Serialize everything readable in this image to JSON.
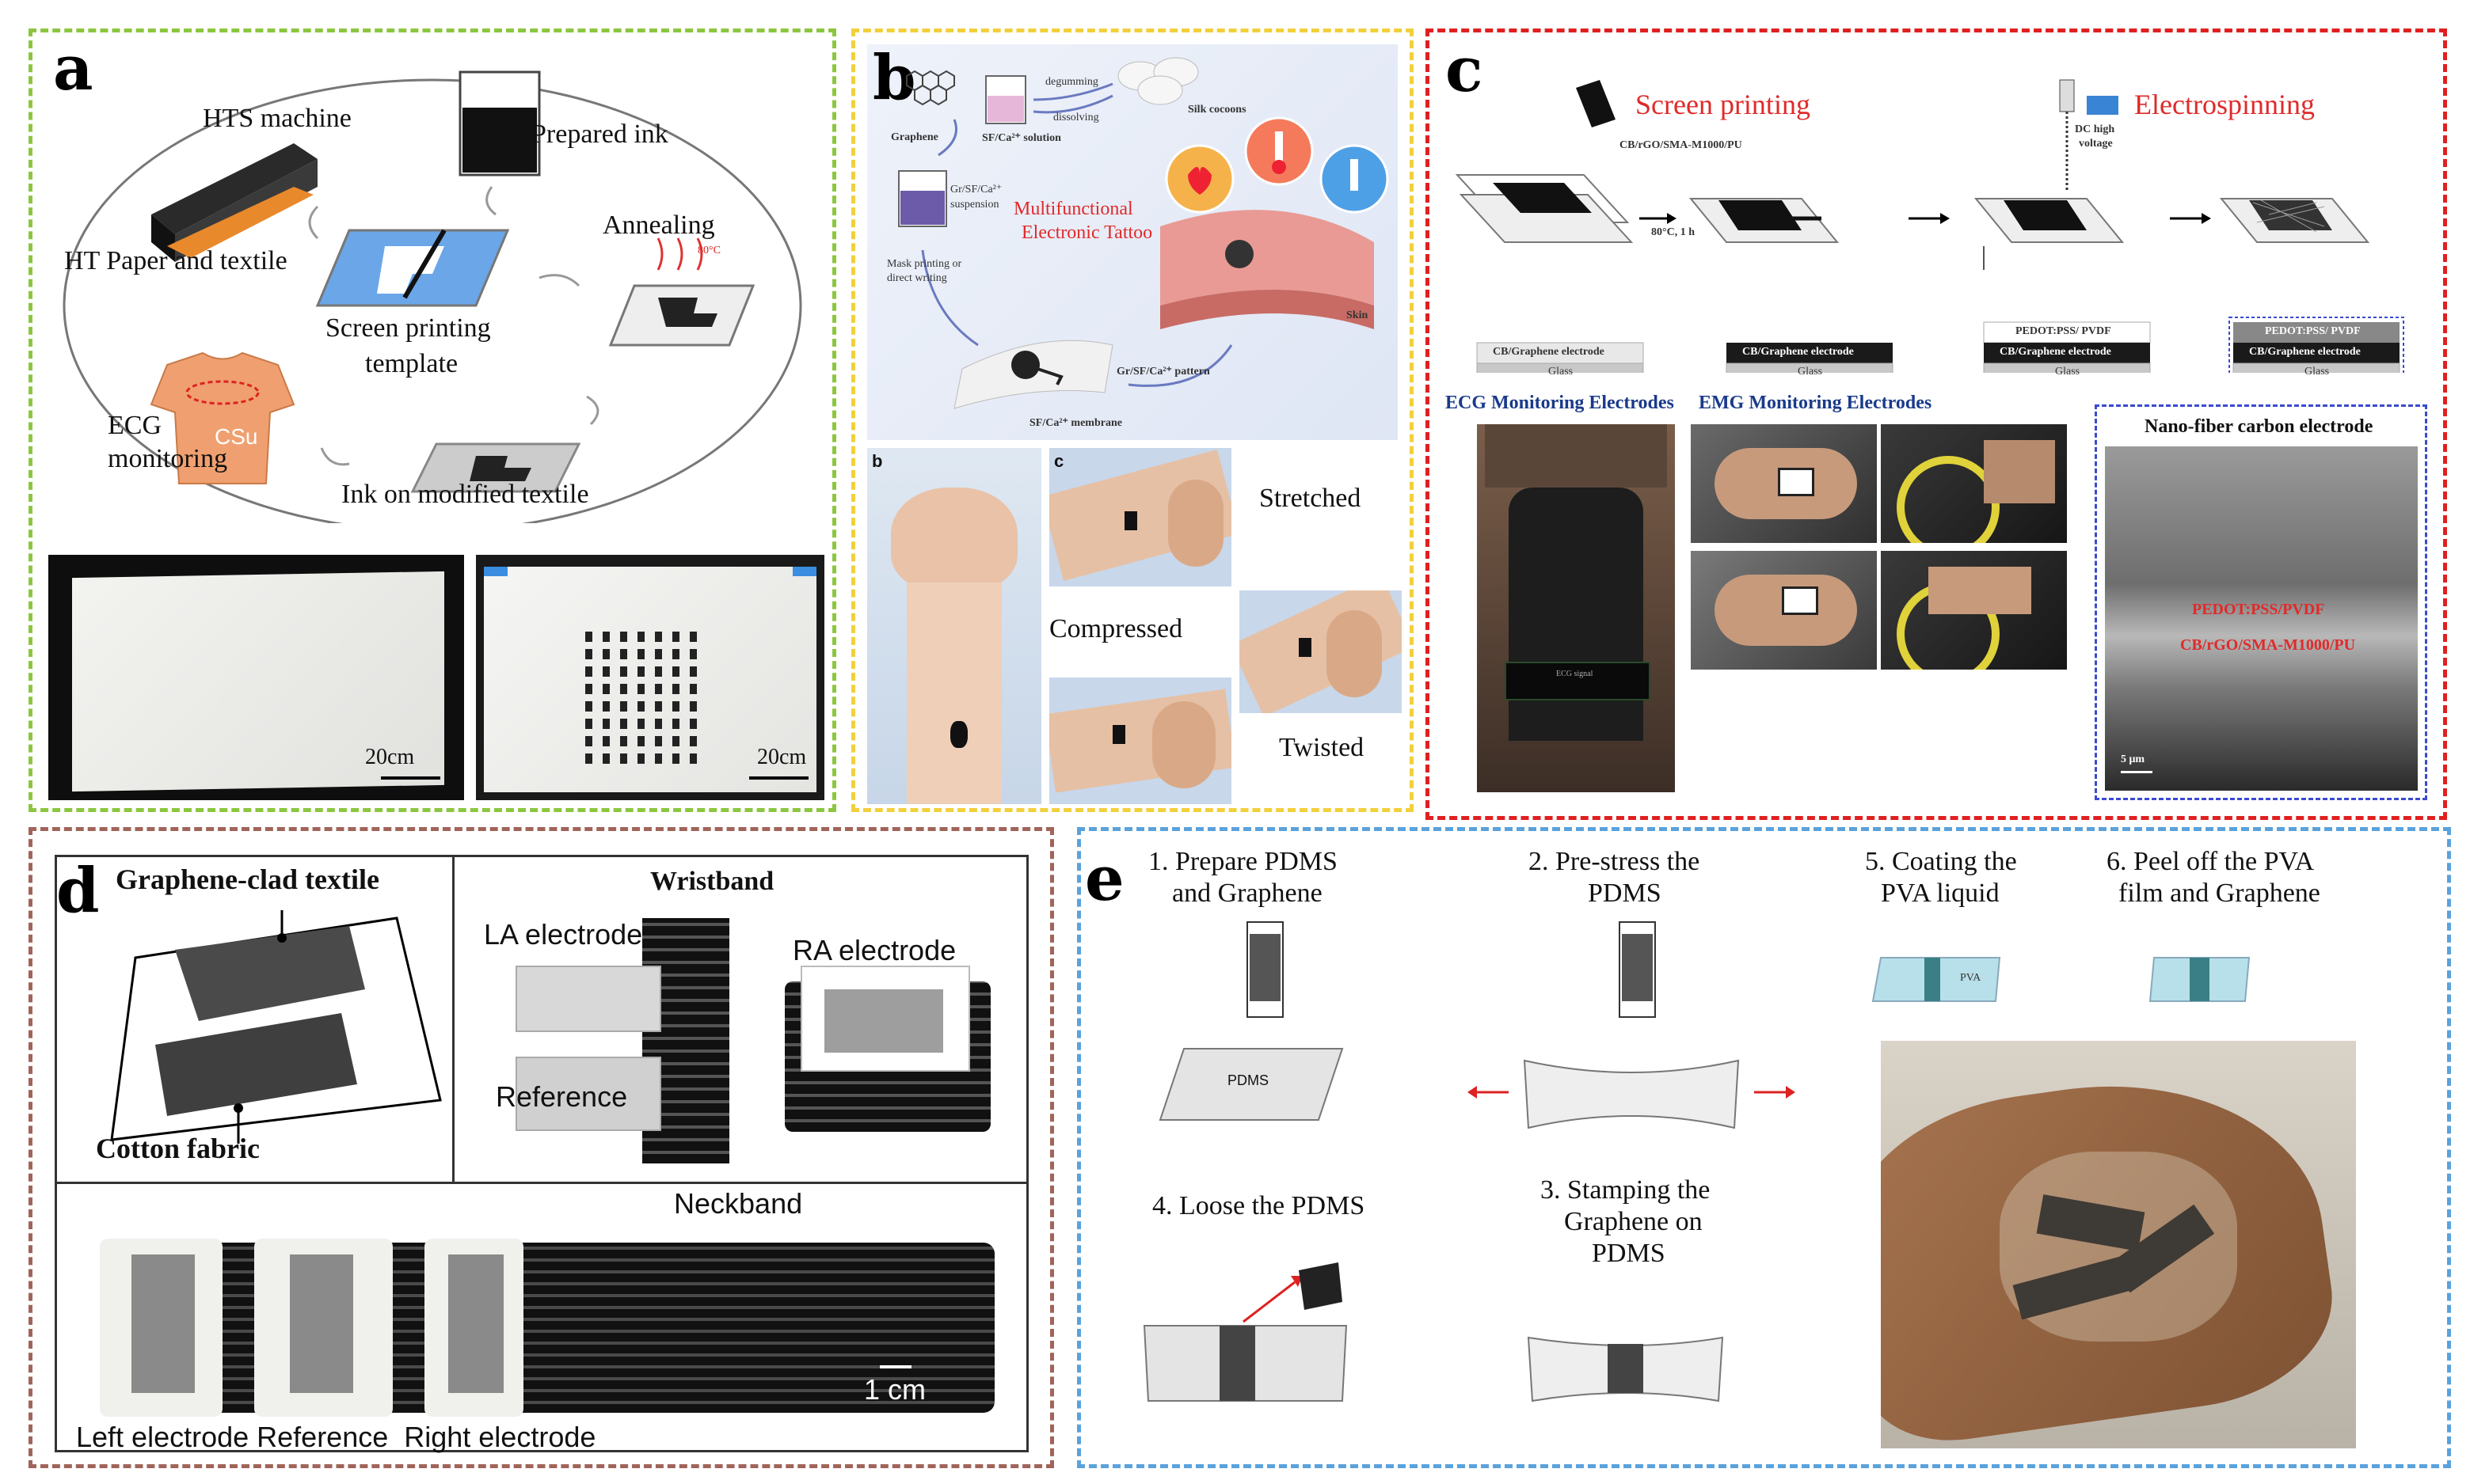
{
  "colors": {
    "panel_a": "#8cc63f",
    "panel_b": "#f2d03c",
    "panel_c": "#e02020",
    "panel_d": "#a0645a",
    "panel_e": "#5aa2dc",
    "red_text": "#e02a2a",
    "blue_text": "#1a3a8a"
  },
  "panel_a": {
    "label": "a",
    "hts_machine": "HTS machine",
    "prepared_ink": "Prepared ink",
    "ht_paper": "HT Paper and textile",
    "annealing": "Annealing",
    "temp": "80°C",
    "screen_printing": "Screen printing",
    "template": "template",
    "ecg": "ECG",
    "monitoring": "monitoring",
    "ink_on_textile": "Ink on modified textile",
    "shirt_text": "CSu",
    "scale1": "20cm",
    "scale2": "20cm"
  },
  "panel_b": {
    "label": "b",
    "graphene": "Graphene",
    "degumming": "degumming",
    "dissolving": "dissolving",
    "silk_cocoons": "Silk cocoons",
    "sf_solution": "SF/Ca²⁺ solution",
    "suspension_1": "Gr/SF/Ca²⁺",
    "suspension_2": "suspension",
    "multifunctional": "Multifunctional",
    "electronic_tattoo": "Electronic Tattoo",
    "mask_1": "Mask printing or",
    "mask_2": "direct writing",
    "pattern": "Gr/SF/Ca²⁺ pattern",
    "membrane": "SF/Ca²⁺ membrane",
    "skin": "Skin",
    "sub_b": "b",
    "sub_c": "c",
    "stretched": "Stretched",
    "compressed": "Compressed",
    "twisted": "Twisted"
  },
  "panel_c": {
    "label": "c",
    "screen_printing": "Screen printing",
    "electrospinning": "Electrospinning",
    "ink_label": "CB/rGO/SMA-M1000/PU",
    "condition": "80°C, 1 h",
    "dc_1": "DC high",
    "dc_2": "voltage",
    "layer1": "CB/Graphene electrode",
    "glass": "Glass",
    "layer2": "CB/Graphene electrode",
    "layer3_top": "PEDOT:PSS/ PVDF",
    "layer3": "CB/Graphene electrode",
    "layer4_top": "PEDOT:PSS/ PVDF",
    "layer4": "CB/Graphene electrode",
    "ecg_title": "ECG Monitoring Electrodes",
    "emg_title": "EMG Monitoring Electrodes",
    "nano_title": "Nano-fiber carbon electrode",
    "sem_top": "PEDOT:PSS/PVDF",
    "sem_bottom": "CB/rGO/SMA-M1000/PU",
    "scale": "5 μm",
    "ecg_signal": "ECG signal"
  },
  "panel_d": {
    "label": "d",
    "graphene_clad": "Graphene-clad textile",
    "cotton": "Cotton fabric",
    "wristband": "Wristband",
    "la_electrode": "LA electrode",
    "ra_electrode": "RA electrode",
    "reference": "Reference",
    "neckband": "Neckband",
    "scale": "1 cm",
    "bottom_caption": "Left electrode Reference  Right electrode"
  },
  "panel_e": {
    "label": "e",
    "step1_1": "1. Prepare PDMS",
    "step1_2": "and Graphene",
    "step2_1": "2. Pre-stress the",
    "step2_2": "PDMS",
    "step5_1": "5. Coating the",
    "step5_2": "PVA liquid",
    "step6_1": "6. Peel off the PVA",
    "step6_2": "film and Graphene",
    "step4": "4. Loose the PDMS",
    "step3_1": "3. Stamping the",
    "step3_2": "Graphene on",
    "step3_3": "PDMS",
    "pdms": "PDMS",
    "pva": "PVA"
  }
}
